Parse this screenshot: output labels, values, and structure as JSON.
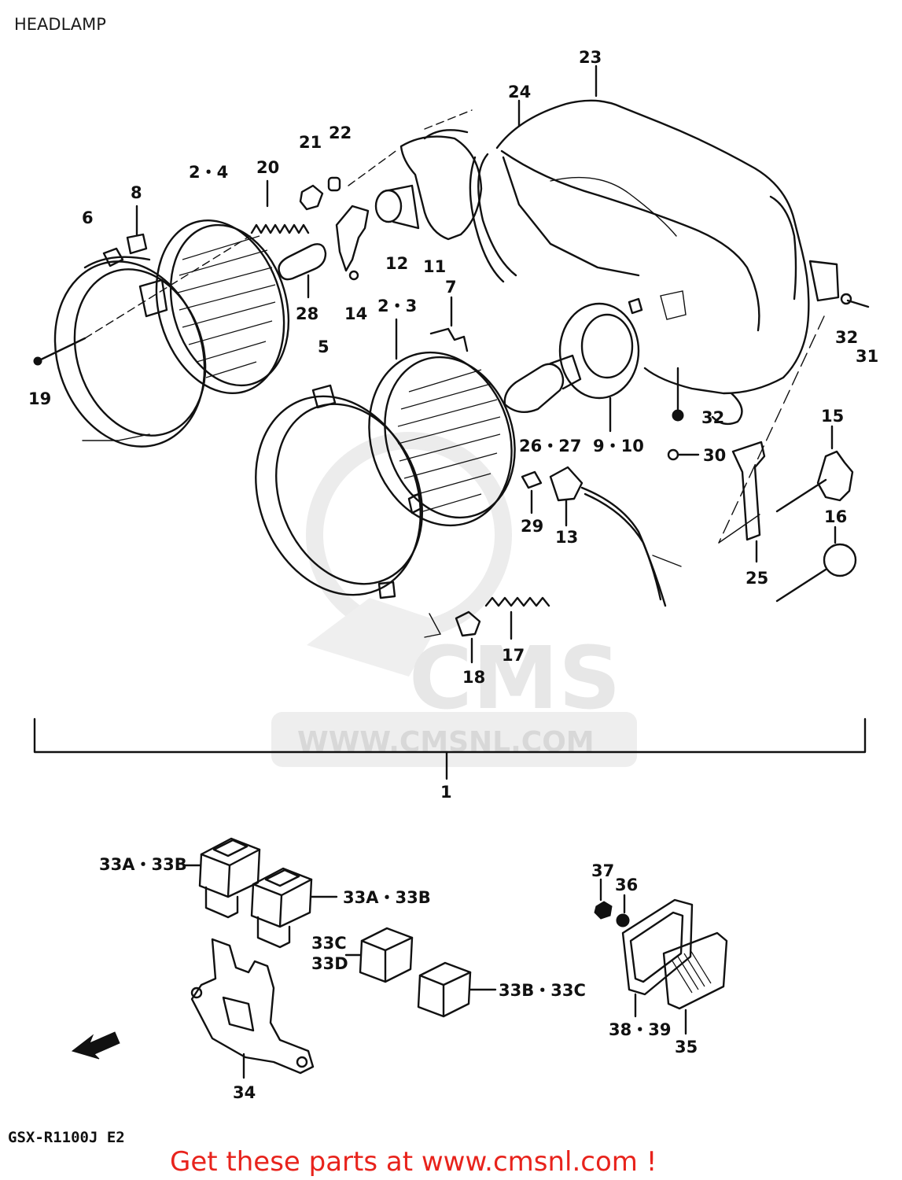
{
  "title": "HEADLAMP",
  "model_code": "GSX-R1100J  E2",
  "footer_text": "Get these parts at www.cmsnl.com !",
  "watermark": {
    "text": "CMS",
    "url": "WWW.CMSNL.COM"
  },
  "colors": {
    "line": "#111111",
    "footer": "#e8231c",
    "watermark": "#e7e7e7"
  },
  "callouts": [
    "1",
    "2・3",
    "2・4",
    "5",
    "6",
    "7",
    "8",
    "9・10",
    "11",
    "12",
    "13",
    "14",
    "15",
    "16",
    "17",
    "18",
    "19",
    "20",
    "21",
    "22",
    "23",
    "24",
    "25",
    "26・27",
    "28",
    "29",
    "30",
    "31",
    "32",
    "32",
    "33A・33B",
    "33A・33B",
    "33C",
    "33D",
    "33B・33C",
    "34",
    "35",
    "36",
    "37",
    "38・39"
  ],
  "icons": [
    "front-direction-arrow-icon"
  ]
}
